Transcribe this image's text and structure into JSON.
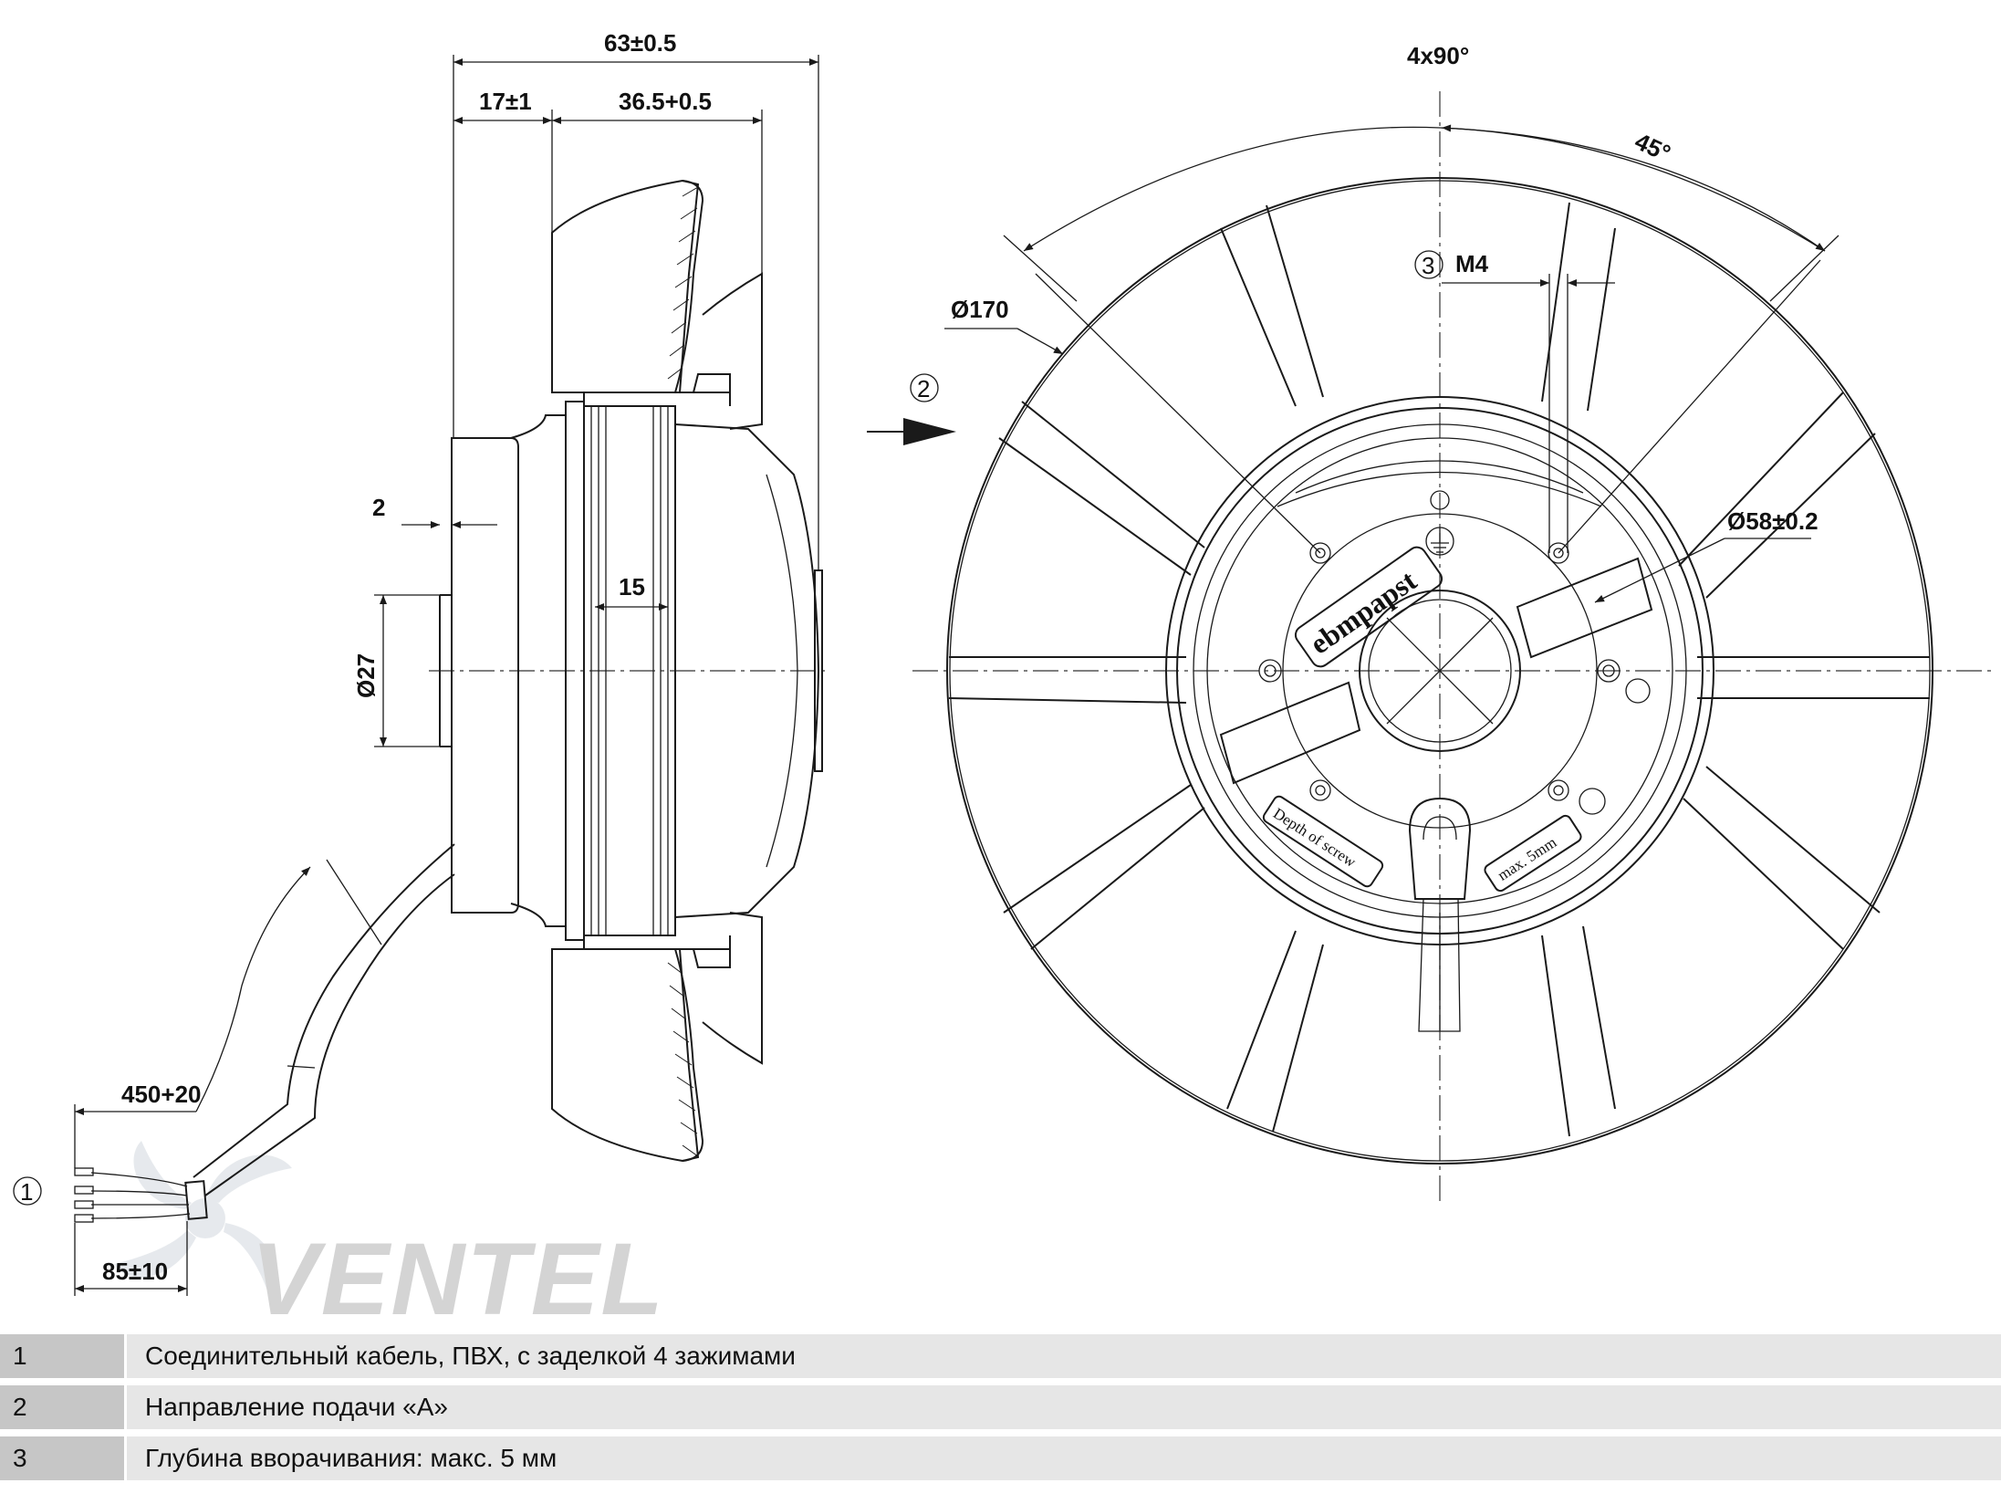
{
  "dimensions": {
    "total_depth": "63±0.5",
    "hub_offset": "17±1",
    "blade_depth": "36.5+0.5",
    "rim_step": "2",
    "shaft_dia": "Ø27",
    "magnet_width": "15",
    "cable_length": "450+20",
    "strip_length": "85±10",
    "hole_pattern": "4x90°",
    "hole_angle": "45°",
    "thread": "M4",
    "outer_dia": "Ø170",
    "hub_dia": "Ø58±0.2"
  },
  "callouts": [
    "1",
    "2",
    "3"
  ],
  "hub_markings": {
    "brand": "ebmpapst",
    "depth_label": "Depth of screw",
    "max_label": "max. 5mm"
  },
  "watermark": "VENTEL",
  "legend": [
    {
      "num": "1",
      "text": "Соединительный кабель, ПВХ, с заделкой 4 зажимами"
    },
    {
      "num": "2",
      "text": "Направление подачи «А»"
    },
    {
      "num": "3",
      "text": "Глубина вворачивания: макс. 5 мм"
    }
  ]
}
